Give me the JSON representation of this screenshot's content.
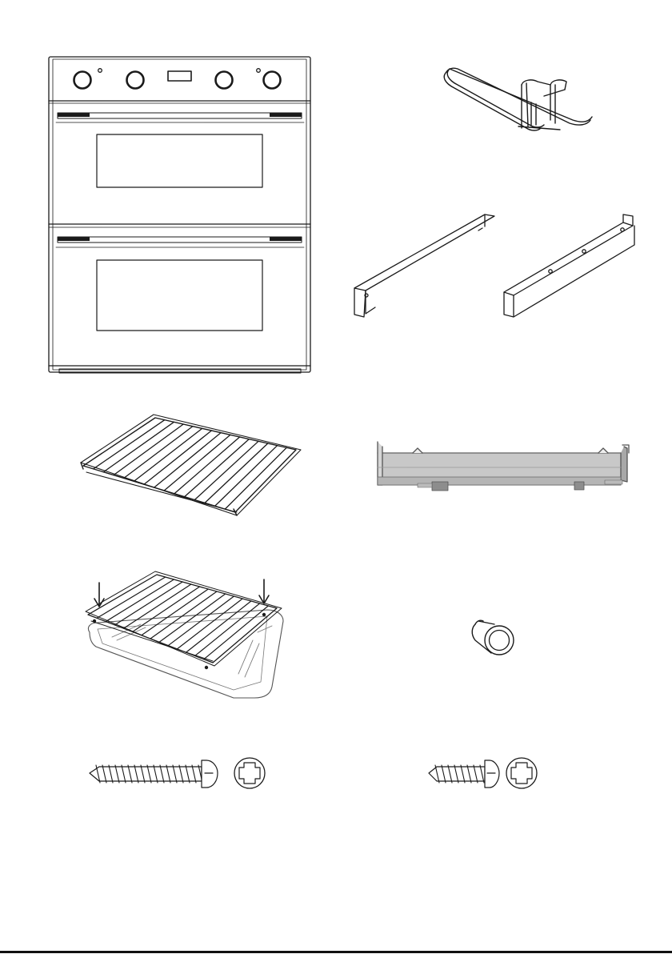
{
  "page": {
    "background": "#ffffff",
    "line_color": "#1a1a1a",
    "tray_gray": "#c8c8c8",
    "tray_dark": "#8d8d8d"
  },
  "items": [
    {
      "id": "double-oven",
      "icon": "double-oven-icon"
    },
    {
      "id": "wire-rack-guide",
      "icon": "wire-rack-guide-icon"
    },
    {
      "id": "side-trims",
      "icon": "angle-trim-pair-icon"
    },
    {
      "id": "wire-shelf",
      "icon": "wire-shelf-icon"
    },
    {
      "id": "base-support-bar",
      "icon": "support-bar-icon"
    },
    {
      "id": "shelf-on-tray",
      "icon": "shelf-on-tray-icon"
    },
    {
      "id": "spacer-sleeve",
      "icon": "spacer-sleeve-icon"
    },
    {
      "id": "long-screw",
      "icon": "long-screw-icon"
    },
    {
      "id": "short-screw",
      "icon": "short-screw-icon"
    }
  ]
}
